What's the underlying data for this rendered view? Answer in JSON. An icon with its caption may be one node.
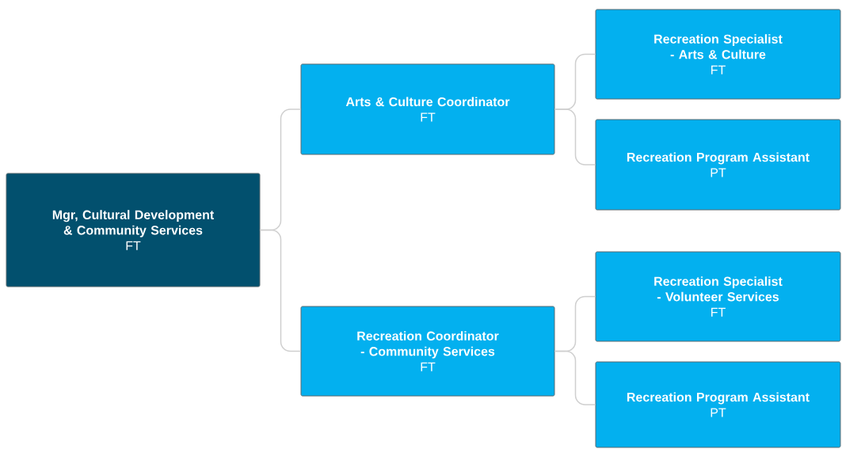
{
  "diagram": {
    "nodes": [
      {
        "text": [
          "Mgr, Cultural Development & Community Services",
          "FT"
        ]
      },
      {
        "text": [
          "Arts & Culture Coordinator",
          "FT"
        ]
      },
      {
        "text": [
          "Recreation Specialist - Arts & Culture",
          "FT"
        ]
      },
      {
        "text": [
          "Recreation Program Assistant",
          "PT"
        ]
      },
      {
        "text": [
          "Recreation Coordinator - Community Services",
          "FT"
        ]
      },
      {
        "text": [
          "Recreation Specialist - Volunteer Services",
          "FT"
        ]
      },
      {
        "text": [
          "Recreation Program Assistant",
          "PT"
        ]
      }
    ],
    "edges": [
      {
        "from": 0,
        "to": 1,
        "arrow": "none"
      },
      {
        "from": 0,
        "to": 4,
        "arrow": "none"
      },
      {
        "from": 1,
        "to": 2,
        "arrow": "none"
      },
      {
        "from": 1,
        "to": 3,
        "arrow": "none"
      },
      {
        "from": 4,
        "to": 5,
        "arrow": "none"
      },
      {
        "from": 4,
        "to": 6,
        "arrow": "none"
      }
    ]
  }
}
